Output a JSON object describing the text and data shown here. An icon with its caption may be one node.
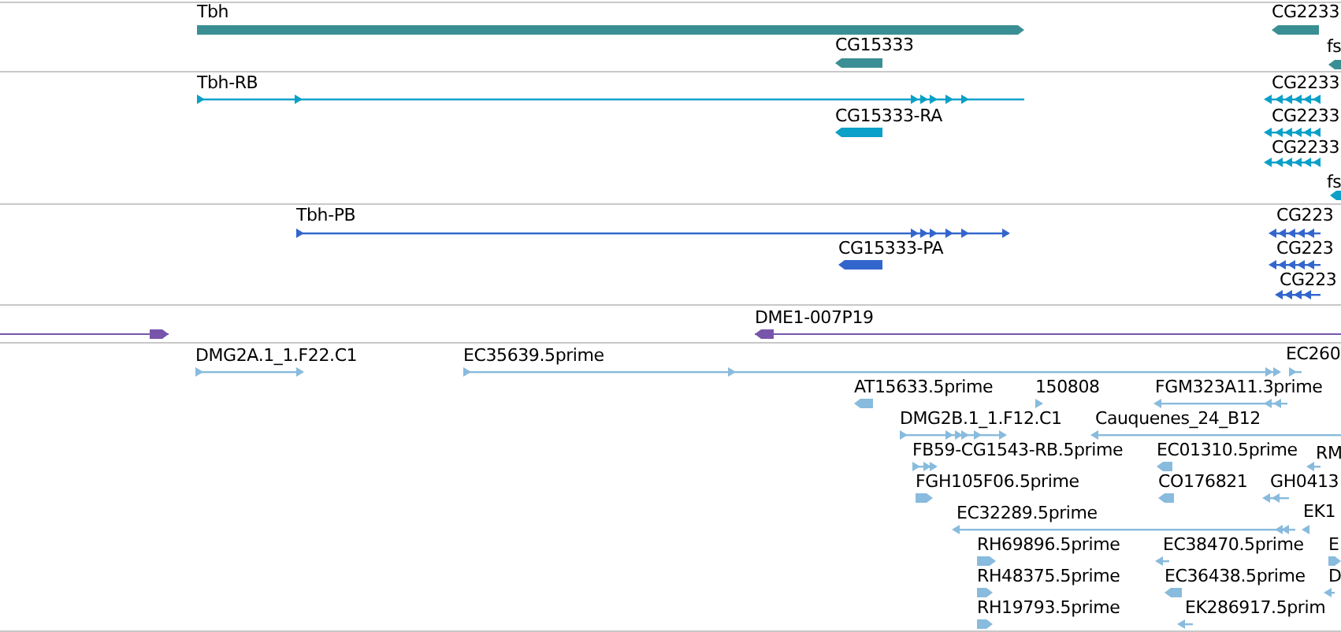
{
  "diagram": {
    "nodes": [
      {
        "text": [
          "Tbh"
        ]
      },
      {
        "text": [
          "CG15333"
        ]
      },
      {
        "text": [
          "CG2233"
        ]
      },
      {
        "text": [
          "fs"
        ]
      },
      {
        "text": [
          "Tbh-RB"
        ]
      },
      {
        "text": [
          "CG15333-RA"
        ]
      },
      {
        "text": [
          "CG2233"
        ]
      },
      {
        "text": [
          "CG2233"
        ]
      },
      {
        "text": [
          "CG2233"
        ]
      },
      {
        "text": [
          "fs"
        ]
      },
      {
        "text": [
          "Tbh-PB"
        ]
      },
      {
        "text": [
          "CG15333-PA"
        ]
      },
      {
        "text": [
          "CG223"
        ]
      },
      {
        "text": [
          "CG223"
        ]
      },
      {
        "text": [
          "CG223"
        ]
      },
      {
        "text": [],
        "shape": "bar"
      },
      {
        "text": [
          "DME1-007P19"
        ]
      },
      {
        "text": [
          "DMG2A.1_1.F22.C1"
        ]
      },
      {
        "text": [
          "EC35639.5prime"
        ]
      },
      {
        "text": [
          "EC260"
        ]
      },
      {
        "text": [
          "AT15633.5prime"
        ]
      },
      {
        "text": [
          "150808"
        ]
      },
      {
        "text": [
          "FGM323A11.3prime"
        ]
      },
      {
        "text": [
          "DMG2B.1_1.F12.C1"
        ]
      },
      {
        "text": [
          "Cauquenes_24_B12"
        ]
      },
      {
        "text": [
          "FB59-CG1543-RB.5prime"
        ]
      },
      {
        "text": [
          "EC01310.5prime"
        ]
      },
      {
        "text": [
          "RM"
        ]
      },
      {
        "text": [
          "FGH105F06.5prime"
        ]
      },
      {
        "text": [
          "CO176821"
        ]
      },
      {
        "text": [
          "GH0413"
        ]
      },
      {
        "text": [
          "EC32289.5prime"
        ]
      },
      {
        "text": [
          "EK1"
        ]
      },
      {
        "text": [
          "RH69896.5prime"
        ]
      },
      {
        "text": [
          "EC38470.5prime"
        ]
      },
      {
        "text": [
          "E"
        ]
      },
      {
        "text": [
          "RH48375.5prime"
        ]
      },
      {
        "text": [
          "EC36438.5prime"
        ]
      },
      {
        "text": [
          "D"
        ]
      },
      {
        "text": [
          "RH19793.5prime"
        ]
      },
      {
        "text": [
          "EK286917.5prim"
        ]
      }
    ]
  }
}
